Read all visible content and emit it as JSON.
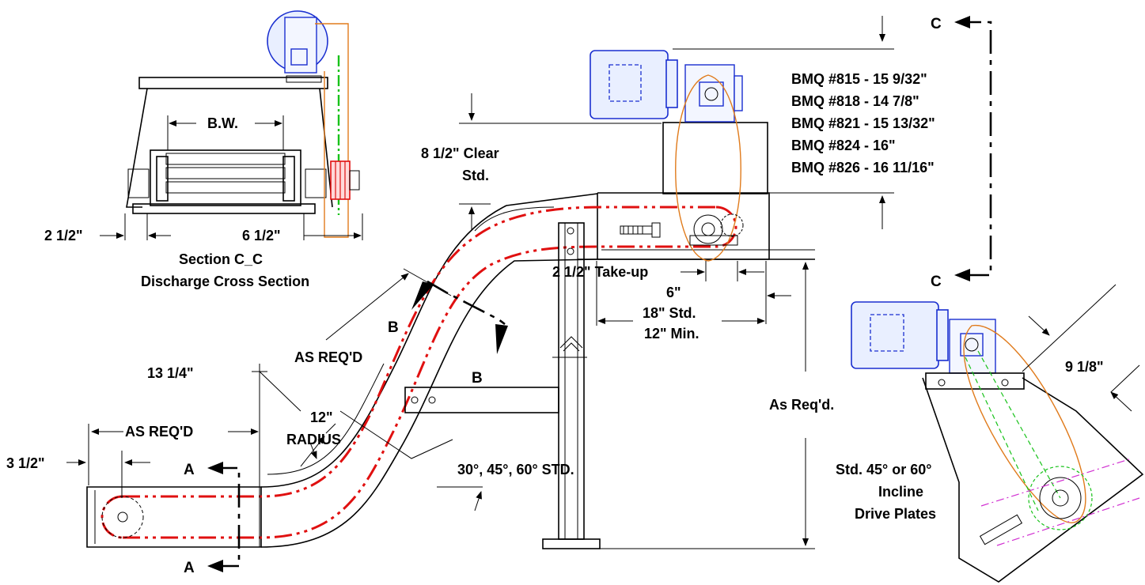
{
  "diagram": {
    "bmq_lines": [
      "BMQ #815 - 15 9/32\"",
      "BMQ #818 - 14 7/8\"",
      "BMQ #821 - 15 13/32\"",
      "BMQ #824 - 16\"",
      "BMQ #826 - 16 11/16\""
    ],
    "section_c": "C",
    "section_b": "B",
    "section_a": "A",
    "clear_line1": "8 1/2\" Clear",
    "clear_line2": "Std.",
    "bw": "B.W.",
    "dim_2_5": "2 1/2\"",
    "dim_6_5": "6 1/2\"",
    "section_title": "Section C_C",
    "section_subtitle": "Discharge Cross Section",
    "takeup": "2 1/2\" Take-up",
    "dim_6": "6\"",
    "std18": "18\" Std.",
    "min12": "12\" Min.",
    "as_reqd_upper": "AS REQ'D",
    "dim_13_25": "13 1/4\"",
    "radius_line1": "12\"",
    "radius_line2": "RADIUS",
    "as_reqd_lower": "AS REQ'D",
    "dim_3_5": "3 1/2\"",
    "angles": "30°, 45°, 60° STD.",
    "as_reqd_height": "As Req'd.",
    "dim_9_125": "9 1/8\"",
    "incline_line1": "Std. 45° or 60°",
    "incline_line2": "Incline",
    "incline_line3": "Drive Plates"
  },
  "colors": {
    "chain": "#e01010",
    "motor": "#1a2fd0",
    "belt": "#e07b1c",
    "green_line": "#18c21a",
    "magenta_line": "#d12fd1"
  },
  "icons": [
    "motor-icon",
    "gearbox-icon",
    "sprocket-icon",
    "arrow-icon"
  ]
}
